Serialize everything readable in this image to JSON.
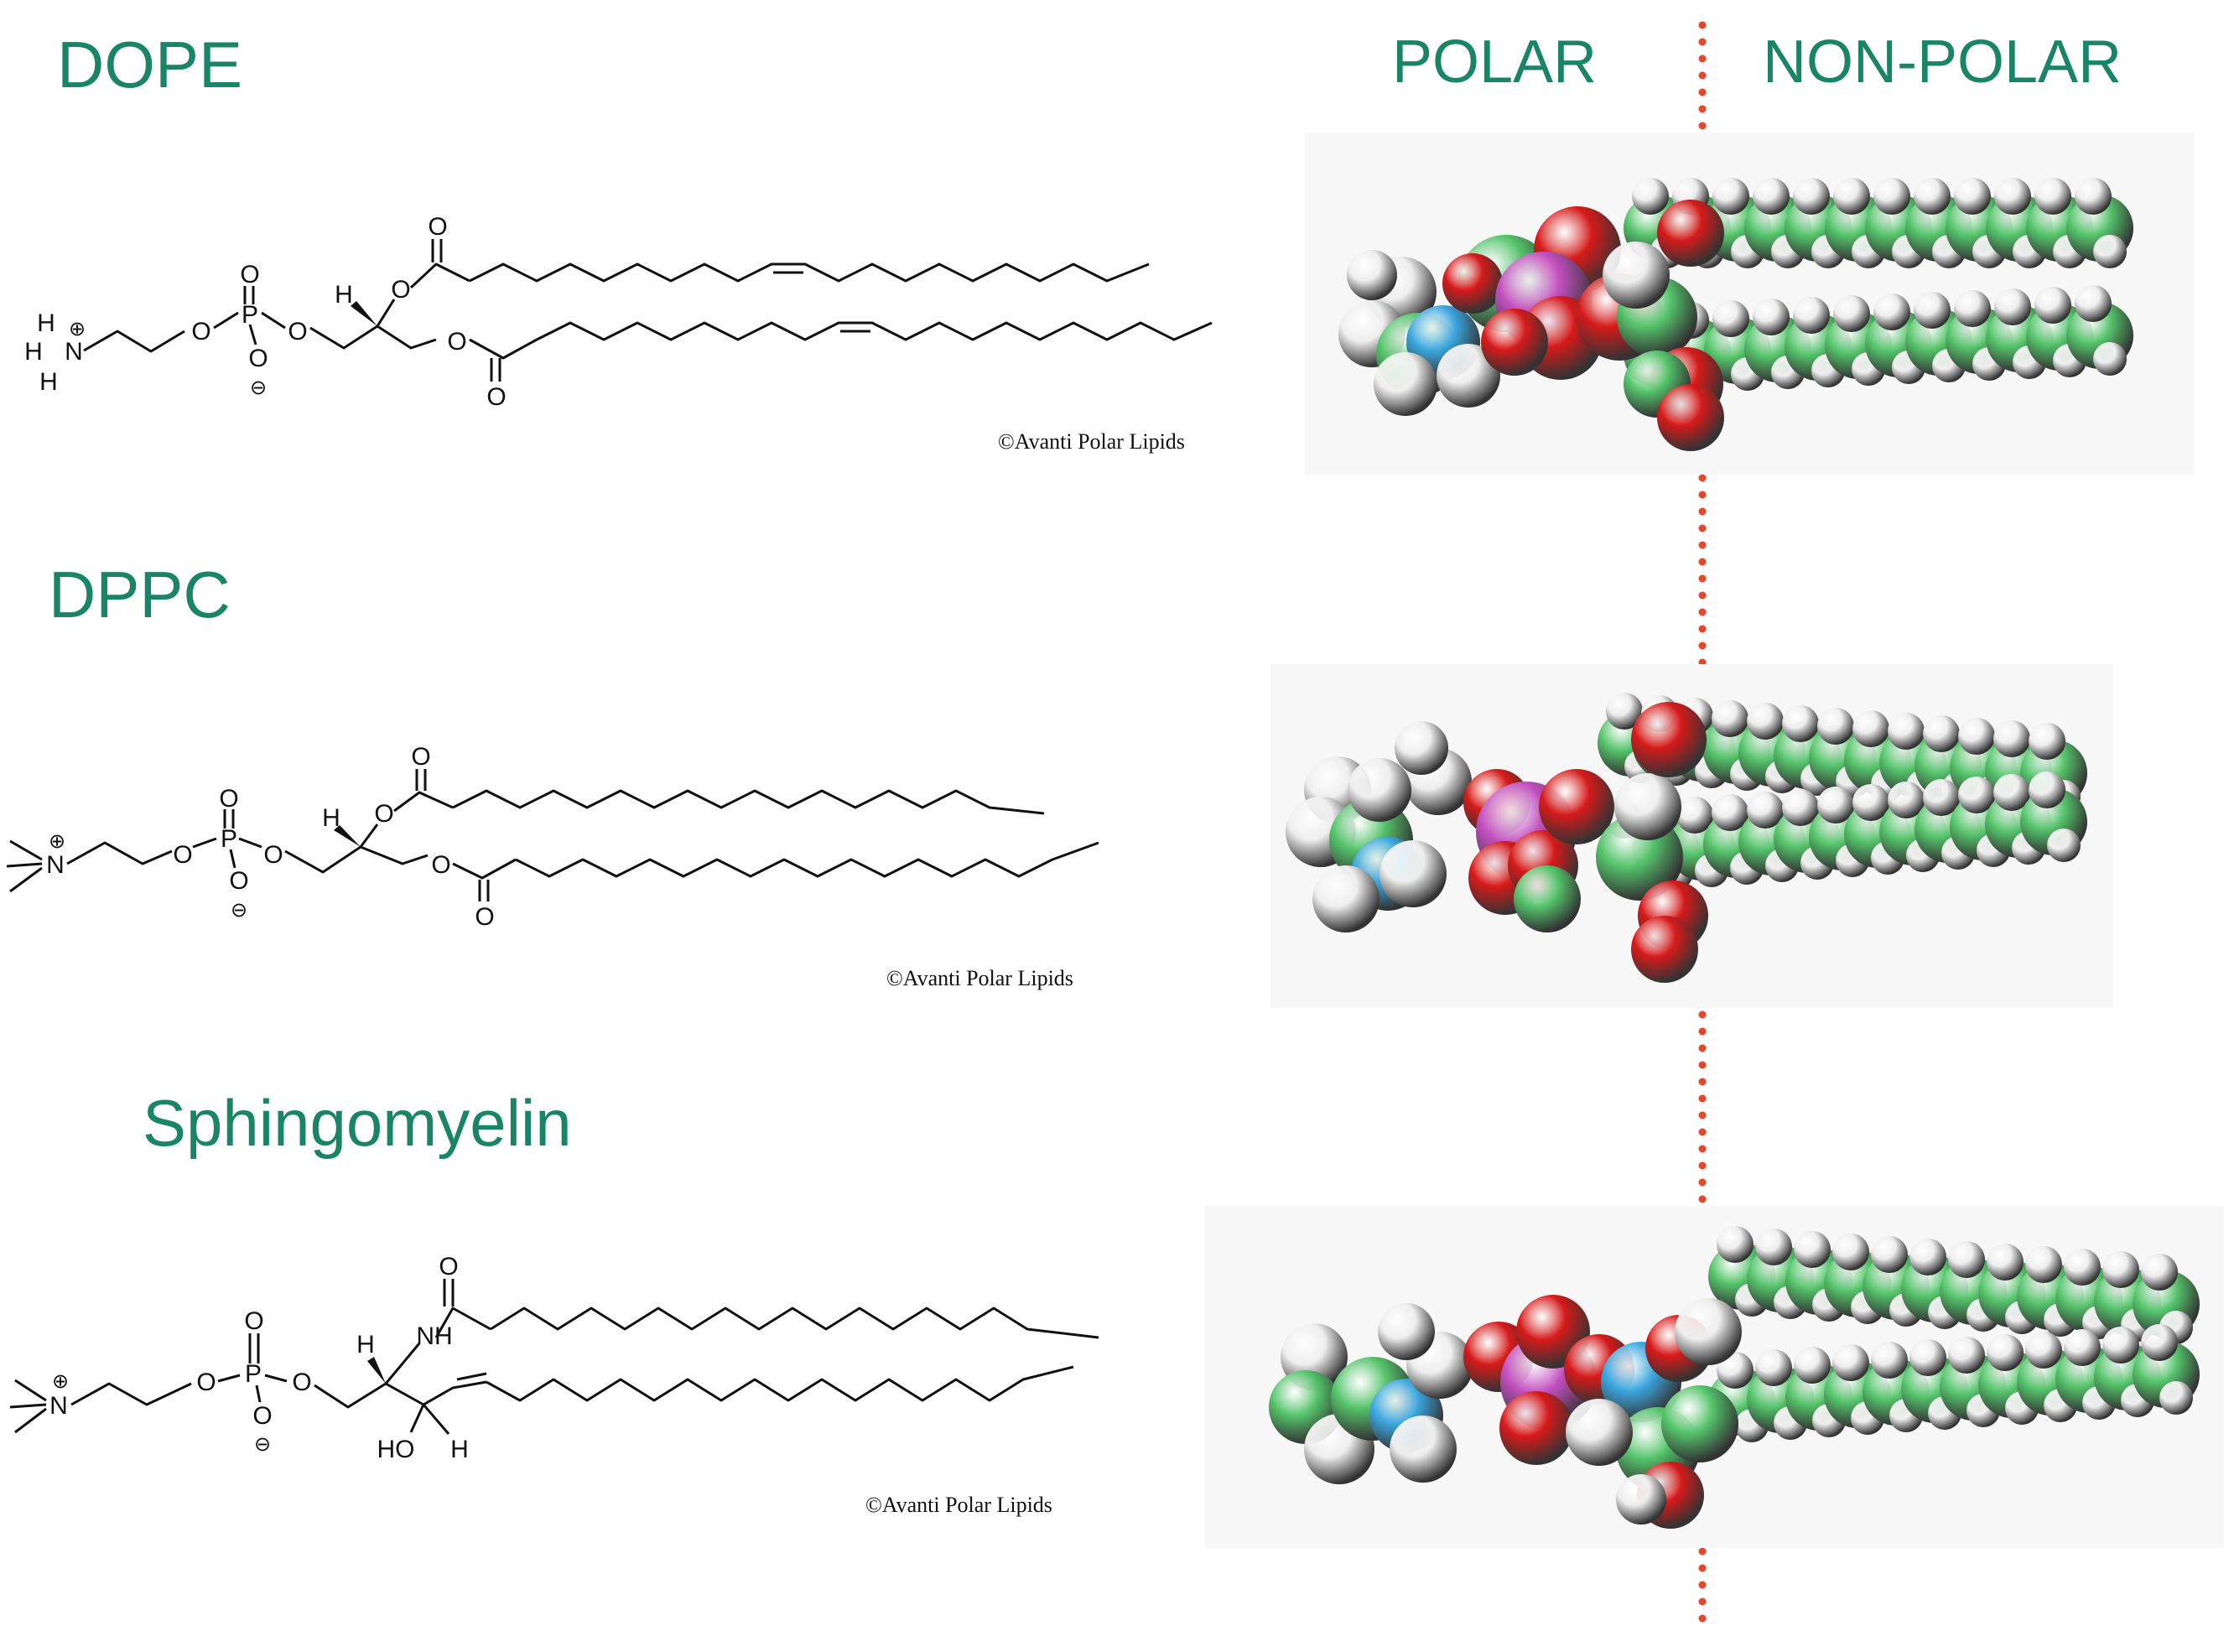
{
  "headers": {
    "polar": "POLAR",
    "nonpolar": "NON-POLAR"
  },
  "divider_color": "#e8452a",
  "title_color": "#1a8566",
  "atom_colors": {
    "carbon": "#55c46b",
    "hydrogen": "#eeeeee",
    "oxygen": "#d61a1a",
    "phosphorus": "#c24fbf",
    "nitrogen": "#3aa6de"
  },
  "lipids": [
    {
      "name": "DOPE",
      "credit": "©Avanti Polar Lipids",
      "atoms": {
        "ester_o1": "O",
        "ester_o2": "O",
        "carbonyl1": "O",
        "carbonyl2": "O",
        "p": "P",
        "p_o_top": "O",
        "p_o_bottom": "O",
        "p_o_left": "O",
        "p_o_right": "O",
        "n": "N",
        "h_chiral": "H",
        "h_n1": "H",
        "h_n2": "H",
        "h_n3": "H",
        "charge_pos": "⊕",
        "charge_neg": "⊖"
      }
    },
    {
      "name": "DPPC",
      "credit": "©Avanti Polar Lipids",
      "atoms": {
        "ester_o1": "O",
        "ester_o2": "O",
        "carbonyl1": "O",
        "carbonyl2": "O",
        "p": "P",
        "p_o_top": "O",
        "p_o_bottom": "O",
        "p_o_left": "O",
        "p_o_right": "O",
        "n": "N",
        "h_chiral": "H",
        "charge_pos": "⊕",
        "charge_neg": "⊖"
      }
    },
    {
      "name": "Sphingomyelin",
      "credit": "©Avanti Polar Lipids",
      "atoms": {
        "carbonyl1": "O",
        "nh": "NH",
        "ho": "HO",
        "h_chiral1": "H",
        "h_chiral2": "H",
        "p": "P",
        "p_o_top": "O",
        "p_o_bottom": "O",
        "p_o_left": "O",
        "p_o_right": "O",
        "n": "N",
        "charge_pos": "⊕",
        "charge_neg": "⊖"
      }
    }
  ]
}
